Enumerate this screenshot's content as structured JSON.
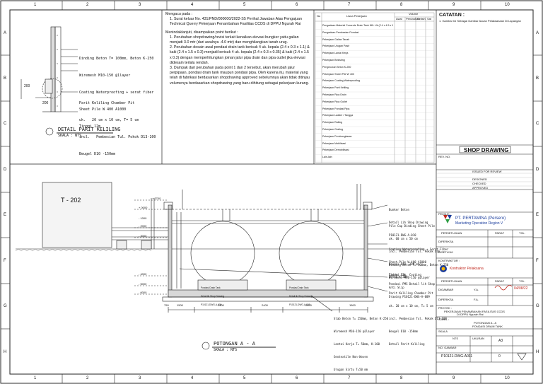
{
  "grid": {
    "columns": [
      "1",
      "2",
      "3",
      "4",
      "5",
      "6",
      "7",
      "8",
      "9",
      "10"
    ],
    "rows": [
      "A",
      "B",
      "C",
      "D",
      "E",
      "F",
      "G",
      "H"
    ]
  },
  "detail_parit": {
    "title": "DETAIL PARIT KELILING",
    "scale": "SKALA : NTS",
    "notes_top": [
      "Dinding Beton T= 100mm, Beton K-250",
      "Wiremesh M10-150 @1layer",
      "Coating Waterproofing + serat fiber",
      "Sheet Pile W 400 A1000",
      "Tinggi 12m"
    ],
    "dim_left": "200",
    "dim_bottom": "200",
    "notes_bottom": [
      "Parit Keliling Chamber Pit",
      "uk.   20 cm x 10 cm, T= 5 cm",
      "incl.   Pembesian Tul. Pokok D13-100",
      "Beugel D10 -150mm"
    ]
  },
  "mengacu": {
    "heading": "Mengacu pada :",
    "item1": "1.   Surat keluar No. 431/PND/000000/2022-S5 Perihal Jawaban Atas Pengajuan Technical Querry Pekerjaan Penambahan Fasilitas CCDS di DPPU Ngurah Rai",
    "heading2": "Menindaklanjuti, disampaikan point berikut :",
    "item2": "1.   Perubahan shopdrawing/revisi terkait kenaikan elevasi bungker yaitu galian menjadi 3.0 mtr (dari awalnya -4.0 mtr) dan menghilangkan tanah urug.",
    "item3": "2.   Perubahan desain awal pondasi drain tank berisuk 4 uk. kepala (2.4 x 0.3 x 1.1) & kaki (2.4 x 1.5 x 0.3) menjadi berisuk 4 uk. kepala (2.4 x 0.3 x 0.35) & kaki (2.4 x 1.5 x 0.3) dengan memperhitungkan joinan jalur pipa drain dan pipa outlet jika elevasi didesain terlalu rendah.",
    "item4": "3.   Dampak dari perubahan pada point 1 dan 2 tersebut, akan merubah jalur perpipaan, pondasi drain tank maupun pondasi pipa. Oleh karena itu, material yang telah di fabrikasi berdasarkan shopdrawing approved sebelumnya akan tidak ditinjau volumenya berdasarkan shopdrawing yang baru dihitung sebagai pekerjaan kurang."
  },
  "boq": {
    "header_no": "No",
    "header_item": "Lisna Pekerjaan",
    "header_vol": "Volume",
    "header_sub": [
      "Awal",
      "Perubahan",
      "Selisih",
      "Sat"
    ],
    "rows": [
      "Pengadaan Material Concrete Drain Tank 8KL Uk (2.4 x 4.5 x 1.35)",
      "Pengadaan Pembesian Pondasi",
      "Pekerjaan Galian Tanah",
      "Pekerjaan Urugan Pasir",
      "Pekerjaan Lantai Kerja",
      "Pekerjaan Bekisting",
      "Pengecoran Beton K-250",
      "Pekerjaan Sheet Pile W 400",
      "Pekerjaan Coating Waterproofing",
      "Pekerjaan Parit Keliling",
      "Pekerjaan Pipa Drain",
      "Pekerjaan Pipa Outlet",
      "Pekerjaan Pondasi Pipa",
      "Pekerjaan Ladder / Tangga",
      "Pekerjaan Railing",
      "Pekerjaan Grating",
      "Pekerjaan Pembongkaran",
      "Pekerjaan Mobilisasi",
      "Pekerjaan Demobilisasi",
      "Lain-lain"
    ]
  },
  "catatan": {
    "heading": "CATATAN :",
    "line1": "1. Gambar Ini Sebagai Gambar Acuan Pelaksanaan Di Lapangan"
  },
  "shop_drawing": "SHOP DRAWING",
  "rev_label": "REV. NO.",
  "tb_small": {
    "a": "ISSUED FOR REVIEW",
    "b": "DESIGNED",
    "c": "CHECKED",
    "d": "APPROVED"
  },
  "owner": {
    "label": "PEMILIK :",
    "name": "PT. PERTAMINA (Persero)",
    "sub": "Marketing Operation Region V"
  },
  "sign_headers": [
    "PERSETUJUAN",
    "PARAF",
    "TGL."
  ],
  "sign_rows": [
    "DIPERIKSA",
    "DISETUJUI"
  ],
  "contractor": {
    "label": "KONTRAKTOR :",
    "name": "Kontraktor Pelaksana"
  },
  "sign_rows2": [
    "DIGAMBAR",
    "DIPERIKSA"
  ],
  "sign_initials": [
    "Y.A.",
    "F.A."
  ],
  "sign_date": "04/08/22",
  "project": {
    "label": "PROYEK :",
    "line1": "PEKERJAAN PENAMBAHAN FASILITAS CCDS",
    "line2": "DI DPPU Ngurah Rai"
  },
  "judul": {
    "label": "JUDUL :",
    "line1": "POTONGAN A - A",
    "line2": "PONDASI DRAIN TANK"
  },
  "sheet_fields": {
    "skala_label": "SKALA",
    "skala": "NTS",
    "ukuran_label": "UKURAN",
    "ukuran": "A3",
    "no_label": "NO. GAMBAR",
    "no": "P10121-DWG-A011",
    "rev": "0"
  },
  "section": {
    "tank_label": "T - 202",
    "title": "POTONGAN A - A",
    "scale": "SKALA : NTS",
    "top_el": "+ 3700",
    "elevations": [
      "+ 0000",
      "- 1000",
      "- 2000",
      "- 3000",
      "- 4000",
      "- 5000",
      "- 6000",
      "- 7000"
    ],
    "bunker_labels": [
      "Bunker Beton",
      "Detail Lih Shop Drawing",
      "P10121-DWG-A-010"
    ],
    "pile_cap": [
      "Pile Cap Dinding Sheet Pile",
      "uk. 60 cm x 50 cm",
      "incl. Pembesian Tul. Pokok D16",
      "Beugel D10 -200 mm",
      "Beton K-300"
    ],
    "sheetpile_note": [
      "Coating Waterproofing + Serat Fiber",
      "Sheet Pile W 400 A1000",
      "Tinggi 12m"
    ],
    "dinding_note": [
      "Dinding Beton T= 100mm, Beton K-250",
      "Wiremesh M10-150 @1layer"
    ],
    "ladder_note": [
      "Ladder Cat. Coating",
      "Anti Slip"
    ],
    "pondasi_note": [
      "Pondasi PMS Detail lih Shop",
      "Drawing P10121-DWG-A-009"
    ],
    "parit_note": [
      "Parit Keliling Chamber Pit",
      "uk. 20 cm x 10 cm, T= 5 cm",
      "incl. Pembesian Tul. Pokok D13-100",
      "Beugel D10 -150mm",
      "Detail Parit Keliling"
    ],
    "slab_note": [
      "Slab Beton T= 250mm, Beton K-250",
      "Wiremesh M10-150 @1layer",
      "Lantai Kerja T= 50mm, K-100",
      "Geotextile Non-Woven",
      "Urugan Sirtu T=50 mm"
    ],
    "tank_box1": [
      "Pondasi Drain Tank",
      "Detail lih Shop Drawing",
      "P10121-DWG-A-009"
    ],
    "tank_box2": [
      "Pondasi Drain Tank",
      "Detail lih Shop Drawing",
      "P10121-DWG-A-009"
    ],
    "dims": [
      "1500",
      "2400",
      "2400",
      "2400",
      "1500",
      "750"
    ]
  }
}
